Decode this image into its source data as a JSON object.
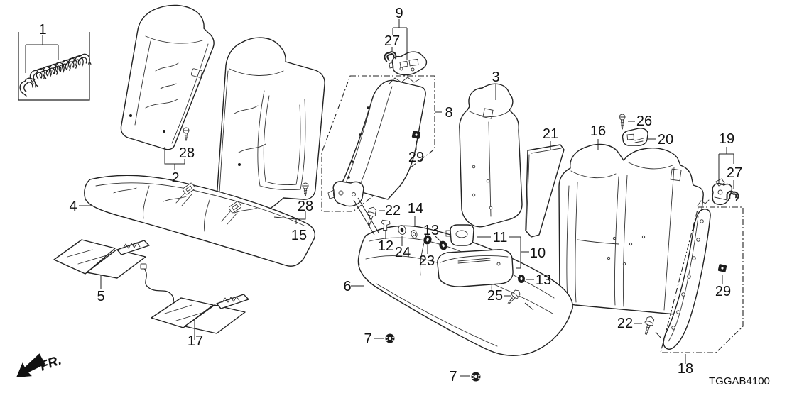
{
  "diagram": {
    "code": "TGGAB4100",
    "fr_label": "FR.",
    "background": "#ffffff",
    "line_color": "#1c1c1c"
  },
  "callouts": [
    {
      "label": "1"
    },
    {
      "label": "2"
    },
    {
      "label": "28"
    },
    {
      "label": "4"
    },
    {
      "label": "5"
    },
    {
      "label": "17"
    },
    {
      "label": "15"
    },
    {
      "label": "28"
    },
    {
      "label": "9"
    },
    {
      "label": "27"
    },
    {
      "label": "8"
    },
    {
      "label": "29"
    },
    {
      "label": "3"
    },
    {
      "label": "22"
    },
    {
      "label": "12"
    },
    {
      "label": "24"
    },
    {
      "label": "14"
    },
    {
      "label": "13"
    },
    {
      "label": "23"
    },
    {
      "label": "11"
    },
    {
      "label": "10"
    },
    {
      "label": "13"
    },
    {
      "label": "25"
    },
    {
      "label": "6"
    },
    {
      "label": "7"
    },
    {
      "label": "7"
    },
    {
      "label": "21"
    },
    {
      "label": "16"
    },
    {
      "label": "26"
    },
    {
      "label": "20"
    },
    {
      "label": "19"
    },
    {
      "label": "27"
    },
    {
      "label": "29"
    },
    {
      "label": "22"
    },
    {
      "label": "18"
    }
  ]
}
